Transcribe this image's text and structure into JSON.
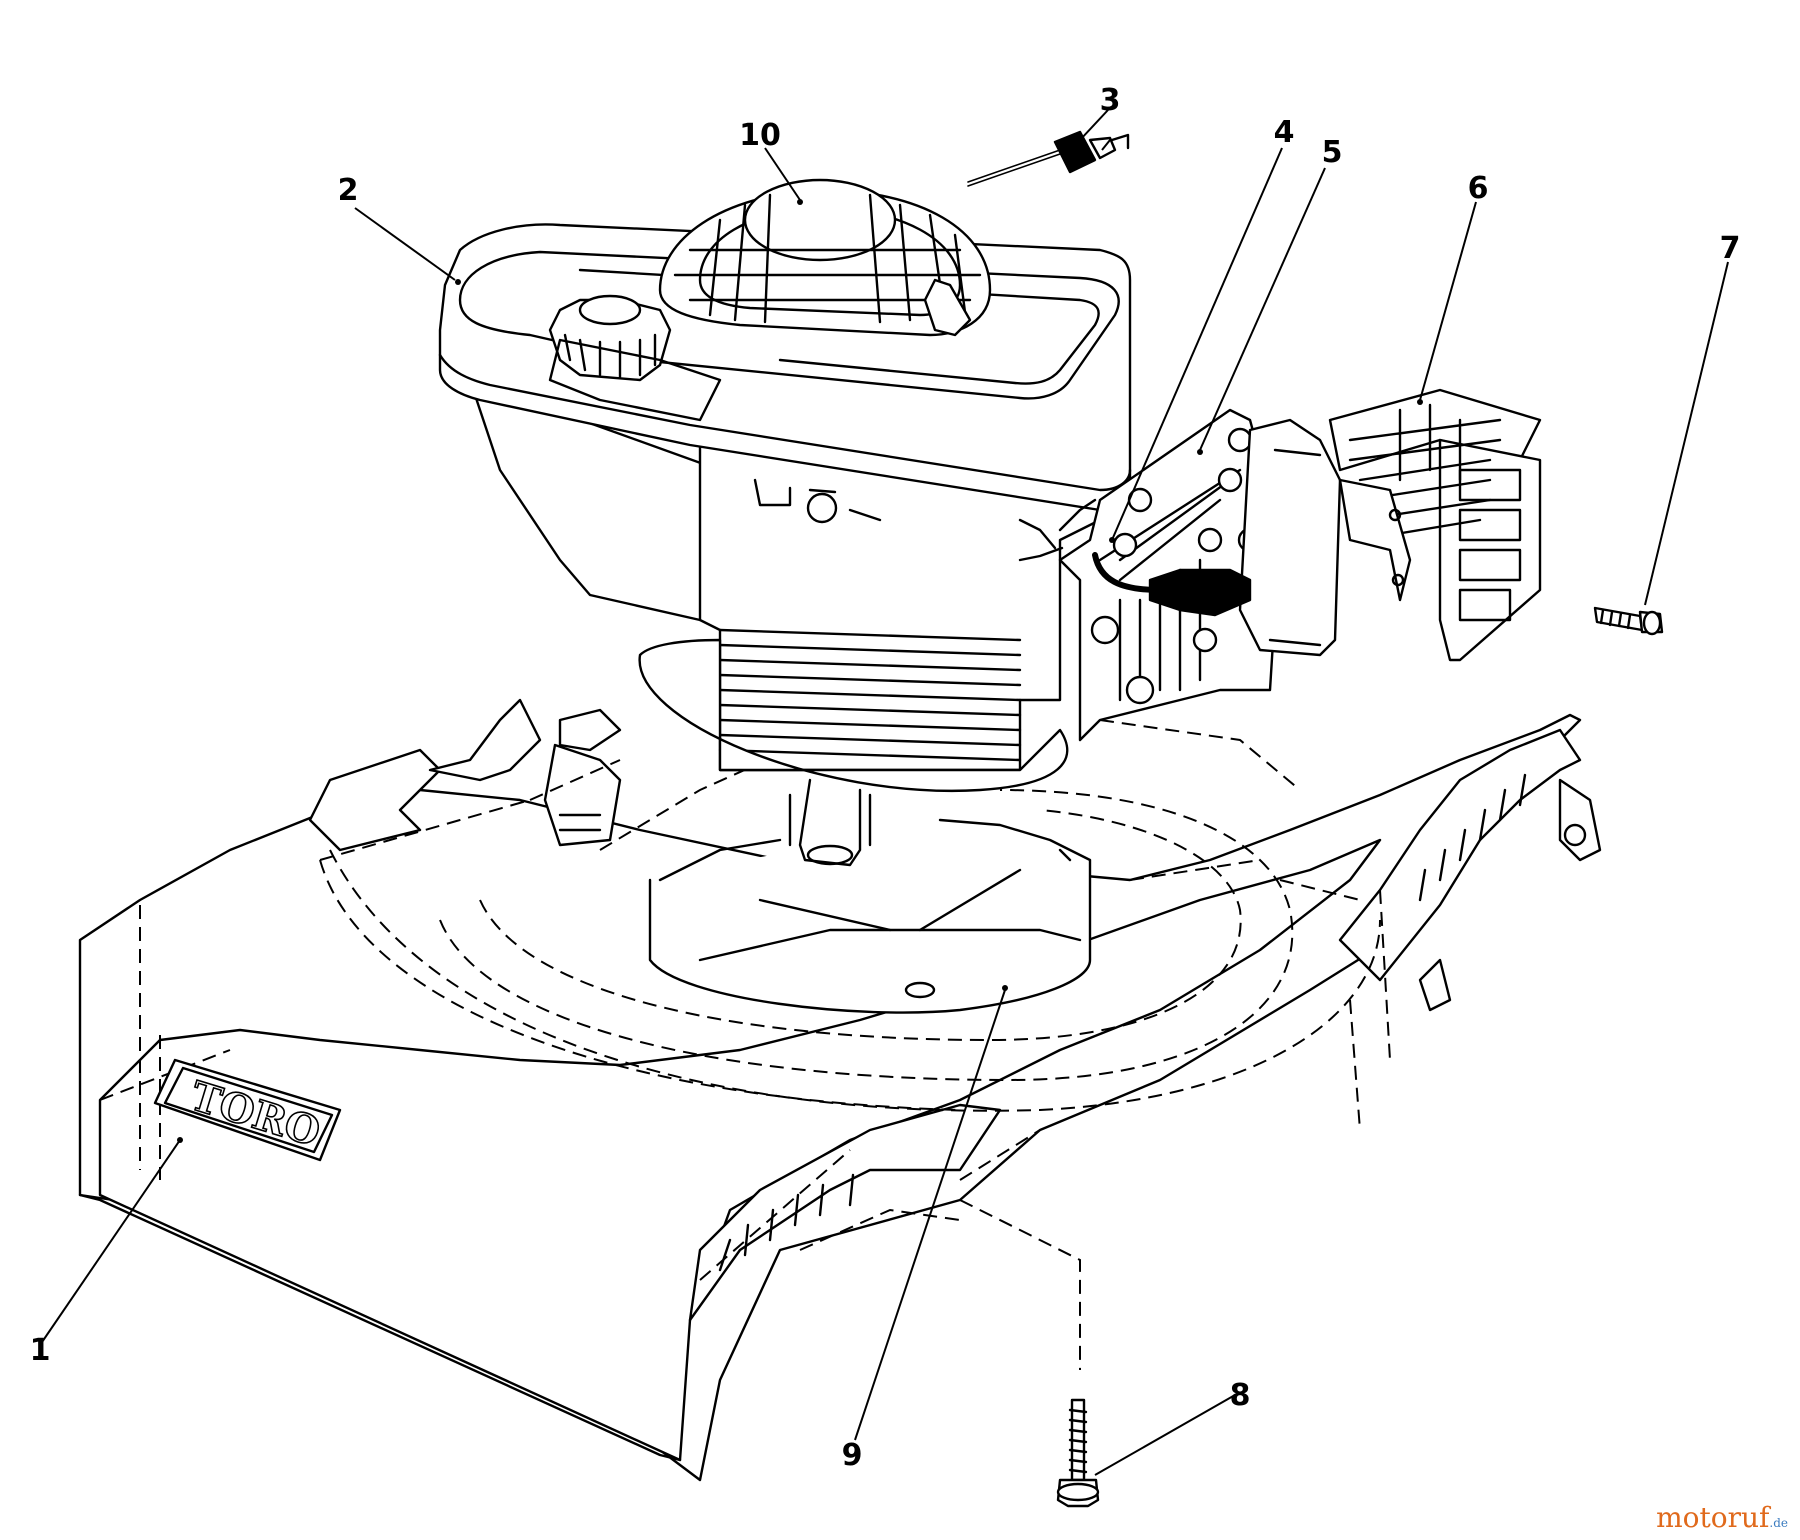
{
  "diagram": {
    "brand_logo": "TORO",
    "callouts": [
      "1",
      "2",
      "3",
      "4",
      "5",
      "6",
      "7",
      "8",
      "9",
      "10"
    ]
  },
  "watermark": {
    "name": "motoruf",
    "suffix": ".de",
    "color": "#e06a1c"
  }
}
